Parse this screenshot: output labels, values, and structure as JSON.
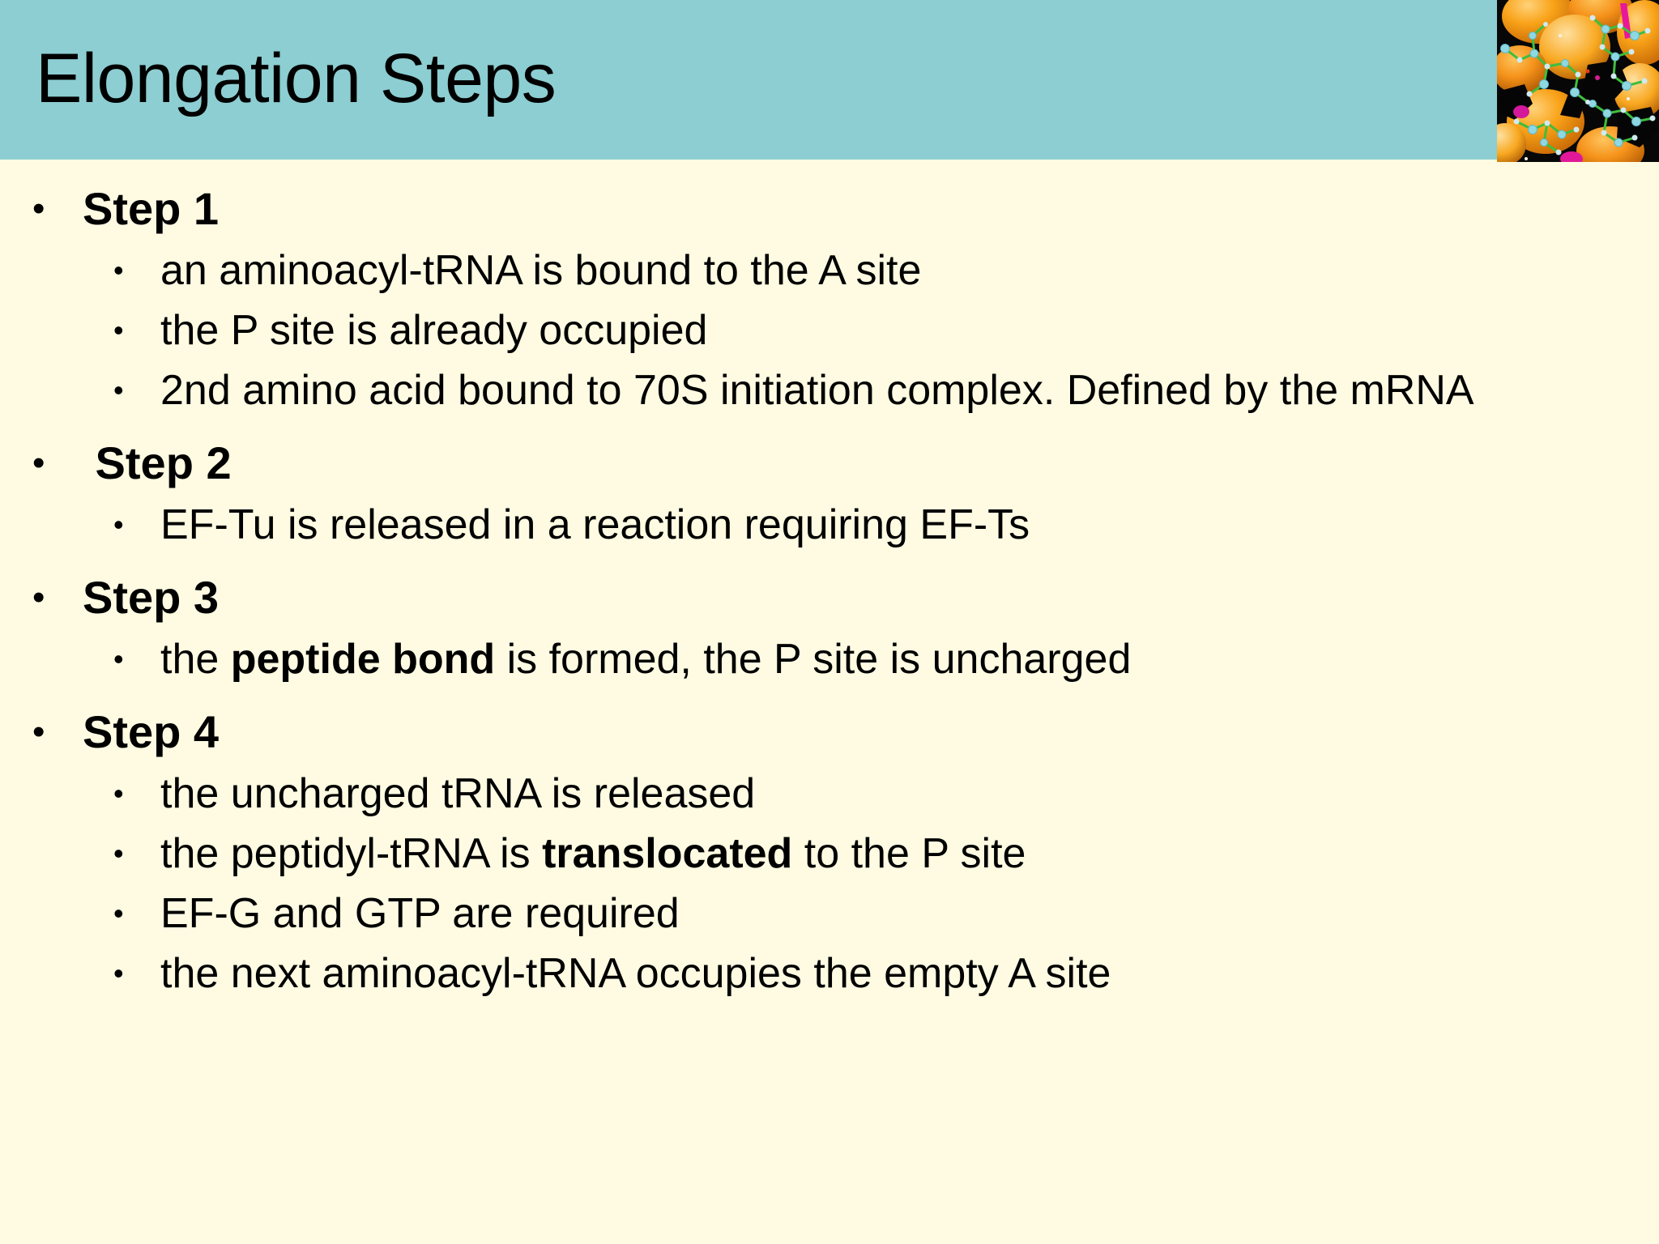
{
  "slide": {
    "title": "Elongation Steps",
    "background_color": "#FEFBE2",
    "title_band_color": "#8CCED2",
    "title_text_color": "#000000",
    "header_image": {
      "name": "molecular-model-photo",
      "description": "close-up render of orange space-filling molecular spheres with green and cyan ball-and-stick structures on a black background",
      "colors": [
        "#F79B10",
        "#F5A623",
        "#000000",
        "#3CB54A",
        "#7FD4D8",
        "#E8189A"
      ]
    }
  },
  "bullets": [
    {
      "level": 1,
      "marker": "•",
      "text": "Step 1"
    },
    {
      "level": 2,
      "marker": "•",
      "parts": [
        {
          "text": "an aminoacyl-tRNA is bound to the A site",
          "bold": false
        }
      ]
    },
    {
      "level": 2,
      "marker": "•",
      "parts": [
        {
          "text": "the P site is already occupied",
          "bold": false
        }
      ]
    },
    {
      "level": 2,
      "marker": "•",
      "parts": [
        {
          "text": "2nd amino acid bound to 70S initiation complex. Defined by the mRNA",
          "bold": false
        }
      ]
    },
    {
      "level": 1,
      "marker": "•",
      "text": " Step 2"
    },
    {
      "level": 2,
      "marker": "•",
      "parts": [
        {
          "text": "EF-Tu is released in a reaction requiring EF-Ts",
          "bold": false
        }
      ]
    },
    {
      "level": 1,
      "marker": "•",
      "text": "Step 3"
    },
    {
      "level": 2,
      "marker": "•",
      "parts": [
        {
          "text": "the ",
          "bold": false
        },
        {
          "text": "peptide bond",
          "bold": true
        },
        {
          "text": " is formed, the P site is uncharged",
          "bold": false
        }
      ]
    },
    {
      "level": 1,
      "marker": "•",
      "text": "Step 4"
    },
    {
      "level": 2,
      "marker": "•",
      "parts": [
        {
          "text": "the uncharged tRNA is released",
          "bold": false
        }
      ]
    },
    {
      "level": 2,
      "marker": "•",
      "parts": [
        {
          "text": "the peptidyl-tRNA is ",
          "bold": false
        },
        {
          "text": "translocated",
          "bold": true
        },
        {
          "text": " to the P site",
          "bold": false
        }
      ]
    },
    {
      "level": 2,
      "marker": "•",
      "parts": [
        {
          "text": "EF-G and GTP are required",
          "bold": false
        }
      ]
    },
    {
      "level": 2,
      "marker": "•",
      "parts": [
        {
          "text": "the next aminoacyl-tRNA occupies the empty A site",
          "bold": false
        }
      ]
    }
  ]
}
